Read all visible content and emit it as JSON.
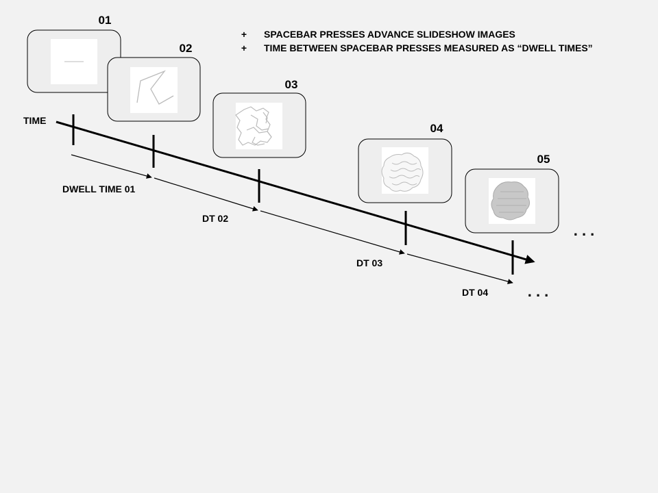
{
  "notes": [
    {
      "bullet": "+",
      "text": "SPACEBAR PRESSES ADVANCE SLIDESHOW IMAGES"
    },
    {
      "bullet": "+",
      "text": "TIME BETWEEN SPACEBAR PRESSES MEASURED AS “DWELL TIMES”"
    }
  ],
  "slides": [
    {
      "label": "01",
      "pattern": "segment"
    },
    {
      "label": "02",
      "pattern": "zigzag"
    },
    {
      "label": "03",
      "pattern": "tile-cluster"
    },
    {
      "label": "04",
      "pattern": "dense-tile-cluster"
    },
    {
      "label": "05",
      "pattern": "very-dense-tile-cluster"
    }
  ],
  "timeline": {
    "label": "TIME"
  },
  "dwell_labels": [
    "DWELL TIME 01",
    "DT 02",
    "DT 03",
    "DT 04"
  ],
  "ellipsis": ". . .",
  "colors": {
    "background": "#f2f2f2",
    "slide_fill": "#eeeeee",
    "ink": "#000000",
    "pattern": "#bbbbbb"
  }
}
